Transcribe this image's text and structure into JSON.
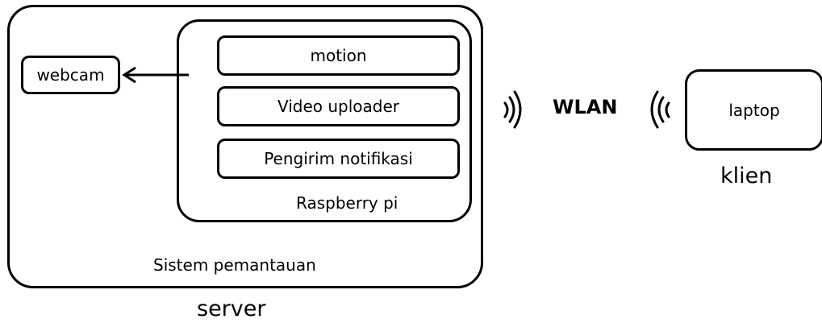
{
  "diagram": {
    "server_system_label": "Sistem pemantauan",
    "server_caption": "server",
    "raspberry_label": "Raspberry pi",
    "modules": [
      {
        "label": "motion"
      },
      {
        "label": "Video uploader"
      },
      {
        "label": "Pengirim notifikasi"
      }
    ],
    "webcam_label": "webcam",
    "wlan_label": "WLAN",
    "client_device_label": "laptop",
    "client_caption": "klien"
  }
}
